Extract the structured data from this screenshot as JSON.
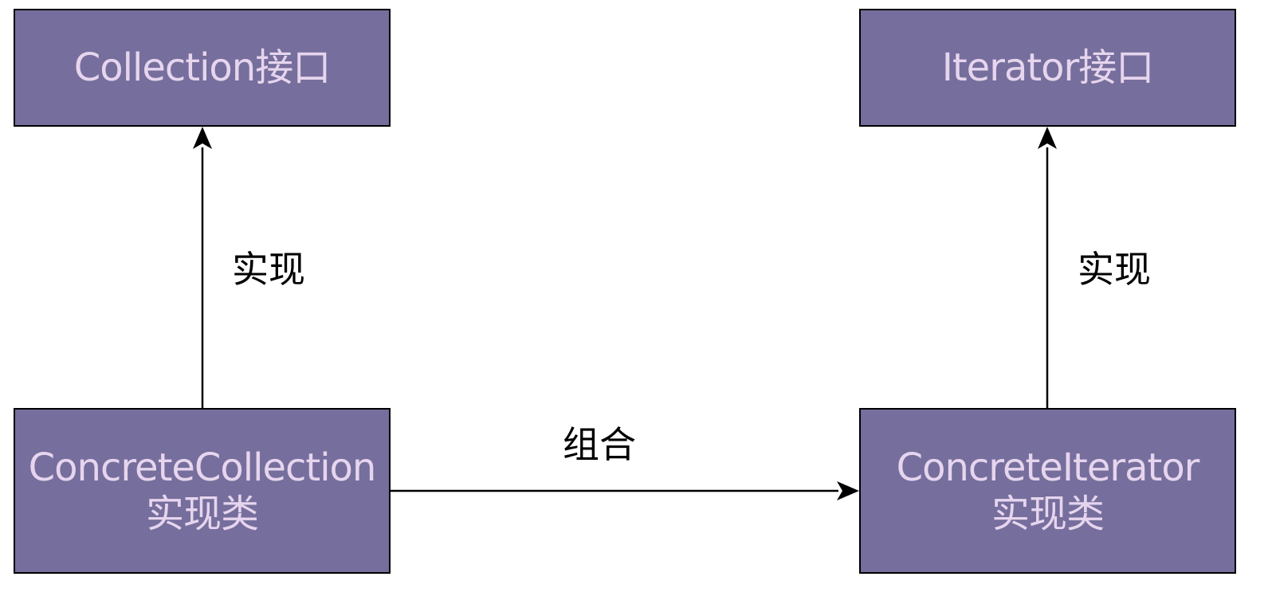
{
  "nodes": {
    "collection_interface": {
      "label": "Collection接口"
    },
    "iterator_interface": {
      "label": "Iterator接口"
    },
    "concrete_collection": {
      "line1": "ConcreteCollection",
      "line2": "实现类"
    },
    "concrete_iterator": {
      "line1": "ConcreteIterator",
      "line2": "实现类"
    }
  },
  "edges": {
    "collection_implements": {
      "label": "实现"
    },
    "iterator_implements": {
      "label": "实现"
    },
    "composition": {
      "label": "组合"
    }
  },
  "colors": {
    "node_fill": "#766e9c",
    "node_text": "#e6d5ee",
    "border": "#000000",
    "arrow": "#000000"
  }
}
